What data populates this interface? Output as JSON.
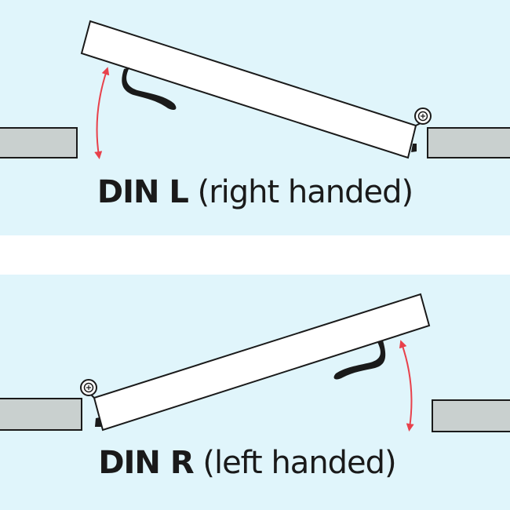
{
  "colors": {
    "background": "#e0f5fb",
    "separator": "#ffffff",
    "wall": "#c9d0cf",
    "door": "#ffffff",
    "arrow": "#e8414b",
    "outline": "#1a1a1a"
  },
  "top_panel": {
    "code": "DIN L",
    "description": "(right handed)",
    "hinge_side": "right"
  },
  "bottom_panel": {
    "code": "DIN R",
    "description": "(left handed)",
    "hinge_side": "left"
  }
}
